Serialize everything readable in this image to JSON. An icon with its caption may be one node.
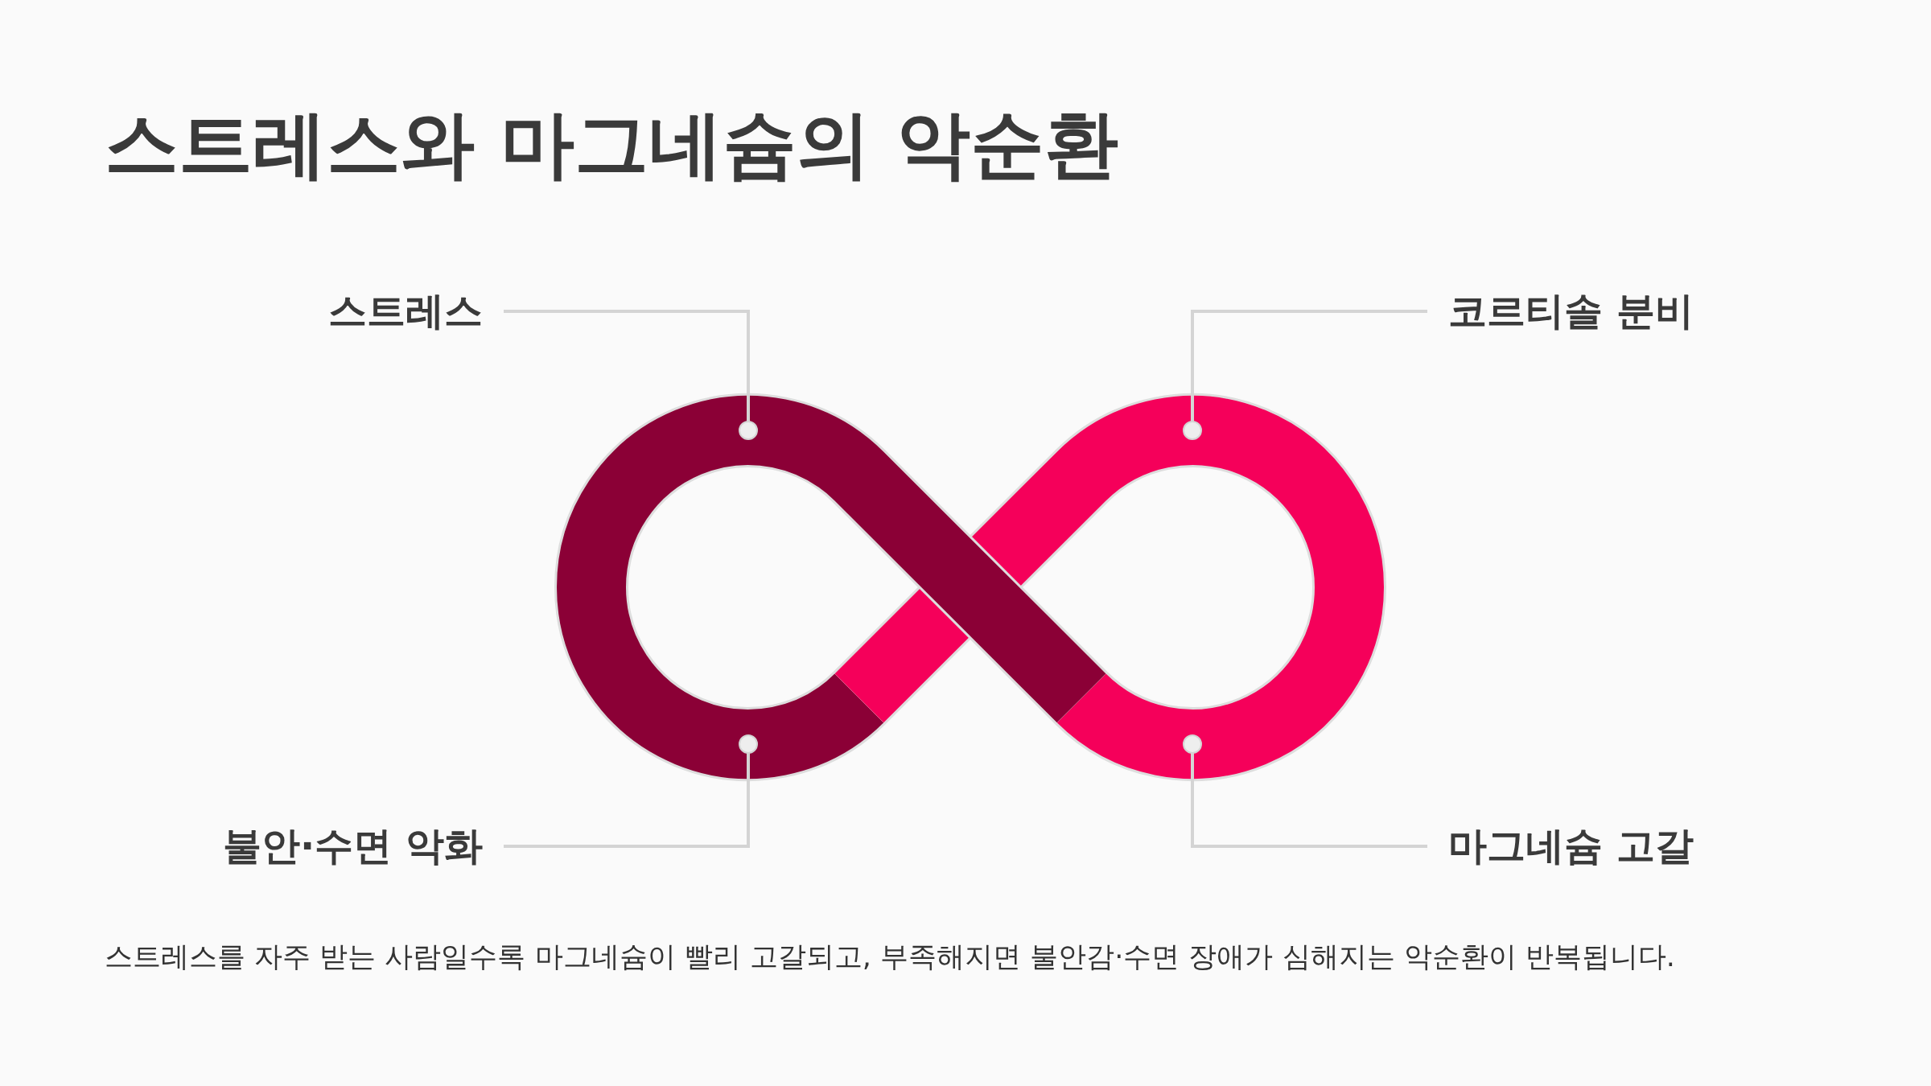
{
  "diagram": {
    "title": "스트레스와 마그네슘의 악순환",
    "nodes": [
      {
        "text": [
          "스트레스"
        ]
      },
      {
        "text": [
          "코르티솔 분비"
        ]
      },
      {
        "text": [
          "불안·수면 악화"
        ]
      },
      {
        "text": [
          "마그네슘 고갈"
        ]
      },
      {
        "text": [],
        "shape": "arc"
      },
      {
        "text": [],
        "shape": "arc"
      },
      {
        "text": [],
        "shape": "arc"
      },
      {
        "text": [],
        "shape": "arc"
      }
    ],
    "edges": [
      {
        "from": 0,
        "to": 4,
        "arrow": "other"
      },
      {
        "from": 1,
        "to": 5,
        "arrow": "other"
      },
      {
        "from": 2,
        "to": 6,
        "arrow": "other"
      },
      {
        "from": 3,
        "to": 7,
        "arrow": "other"
      }
    ],
    "caption": "스트레스를 자주 받는 사람일수록 마그네슘이 빨리 고갈되고, 부족해지면 불안감·수면 장애가 심해지는 악순환이 반복됩니다."
  }
}
